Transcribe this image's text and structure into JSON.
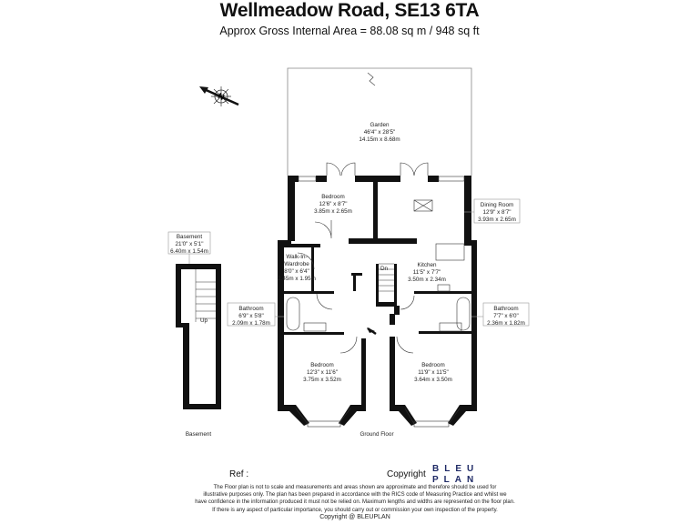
{
  "header": {
    "title": "Wellmeadow Road, SE13 6TA",
    "subtitle": "Approx Gross Internal Area = 88.08 sq m / 948 sq ft"
  },
  "compass": {
    "letter": "N"
  },
  "rooms": {
    "garden": {
      "name": "Garden",
      "imperial": "46'4\" x 28'5\"",
      "metric": "14.15m x 8.68m"
    },
    "bedroom_top": {
      "name": "Bedroom",
      "imperial": "12'6\" x 8'7\"",
      "metric": "3.85m x 2.65m"
    },
    "dining": {
      "name": "Dining Room",
      "imperial": "12'9\" x 8'7\"",
      "metric": "3.93m x 2.65m"
    },
    "basement": {
      "name": "Basement",
      "imperial": "21'0\" x 5'1\"",
      "metric": "6.40m x 1.54m"
    },
    "walkin": {
      "name1": "Walk-In-",
      "name2": "Wardrobe",
      "imperial": "8'0\" x 6'4\"",
      "metric": "2.45m x 1.95m"
    },
    "kitchen": {
      "name": "Kitchen",
      "imperial": "11'5\" x 7'7\"",
      "metric": "3.50m x 2.34m"
    },
    "bath_left": {
      "name": "Bathroom",
      "imperial": "6'9\" x 5'8\"",
      "metric": "2.09m x 1.78m"
    },
    "bath_right": {
      "name": "Bathroom",
      "imperial": "7'7\" x 6'0\"",
      "metric": "2.36m x 1.82m"
    },
    "bed_left": {
      "name": "Bedroom",
      "imperial": "12'3\" x 11'6\"",
      "metric": "3.75m x 3.52m"
    },
    "bed_right": {
      "name": "Bedroom",
      "imperial": "11'9\" x 11'5\"",
      "metric": "3.64m x 3.50m"
    }
  },
  "stairs": {
    "down": "Dn",
    "up": "Up"
  },
  "floors": {
    "basement": "Basement",
    "ground": "Ground Floor"
  },
  "footer": {
    "ref": "Ref  :",
    "copyright": "Copyright",
    "logo_line1": "BLEU",
    "logo_line2": "PLAN",
    "disclaimer": [
      "The Floor plan is not to scale and measurements and areas shown are approximate and therefore should be used for",
      "illustrative purposes only. The plan has been prepared in accordance with the RICS code of Measuring Practice and whilst we",
      "have confidence in the information produced it must not be relied on. Maximum lengths and widths are represented on the floor plan.",
      "If there is any aspect of particular importance, you should carry out or commission your own inspection of the property.",
      "Copyright @ BLEUPLAN"
    ]
  }
}
